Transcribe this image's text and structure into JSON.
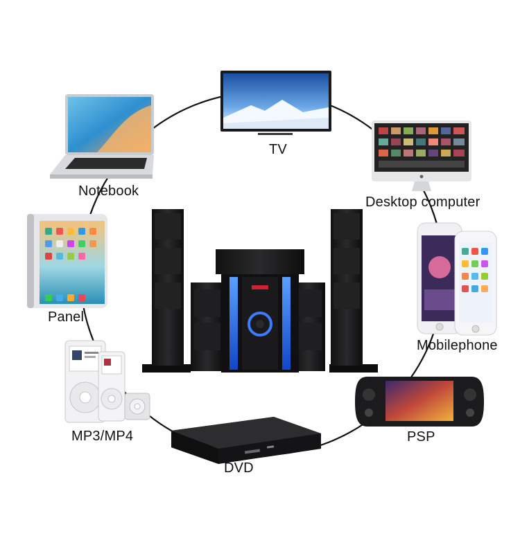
{
  "devices": {
    "tv": "TV",
    "desktop": "Desktop computer",
    "mobile": "Mobilephone",
    "psp": "PSP",
    "dvd": "DVD",
    "mp3": "MP3/MP4",
    "panel": "Panel",
    "notebook": "Notebook"
  },
  "center_product": "home-theater-speaker-system",
  "colors": {
    "ring": "#111111",
    "speaker_body": "#1c1c1c",
    "led_blue": "#1f6bff",
    "background": "#ffffff"
  }
}
